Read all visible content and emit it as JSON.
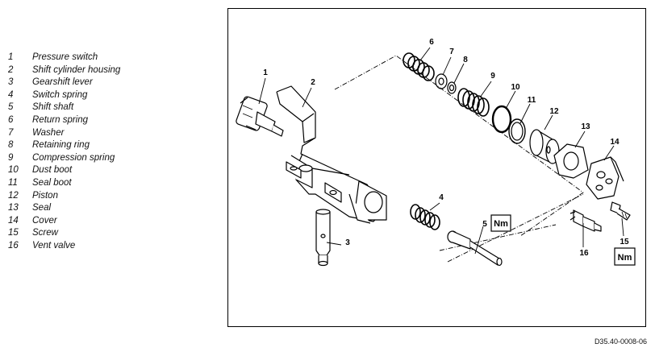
{
  "legend": [
    {
      "num": "1",
      "text": "Pressure switch"
    },
    {
      "num": "2",
      "text": "Shift cylinder housing"
    },
    {
      "num": "3",
      "text": "Gearshift lever"
    },
    {
      "num": "4",
      "text": "Switch spring"
    },
    {
      "num": "5",
      "text": "Shift shaft"
    },
    {
      "num": "6",
      "text": "Return spring"
    },
    {
      "num": "7",
      "text": "Washer"
    },
    {
      "num": "8",
      "text": "Retaining ring"
    },
    {
      "num": "9",
      "text": "Compression spring"
    },
    {
      "num": "10",
      "text": "Dust boot"
    },
    {
      "num": "11",
      "text": "Seal boot"
    },
    {
      "num": "12",
      "text": "Piston"
    },
    {
      "num": "13",
      "text": "Seal"
    },
    {
      "num": "14",
      "text": "Cover"
    },
    {
      "num": "15",
      "text": "Screw"
    },
    {
      "num": "16",
      "text": "Vent valve"
    }
  ],
  "callouts": {
    "c1": "1",
    "c2": "2",
    "c3": "3",
    "c4": "4",
    "c5": "5",
    "c6": "6",
    "c7": "7",
    "c8": "8",
    "c9": "9",
    "c10": "10",
    "c11": "11",
    "c12": "12",
    "c13": "13",
    "c14": "14",
    "c15": "15",
    "c16": "16"
  },
  "torque_labels": {
    "shaft": "Nm",
    "screw": "Nm"
  },
  "doc_code": "D35.40-0008-06"
}
